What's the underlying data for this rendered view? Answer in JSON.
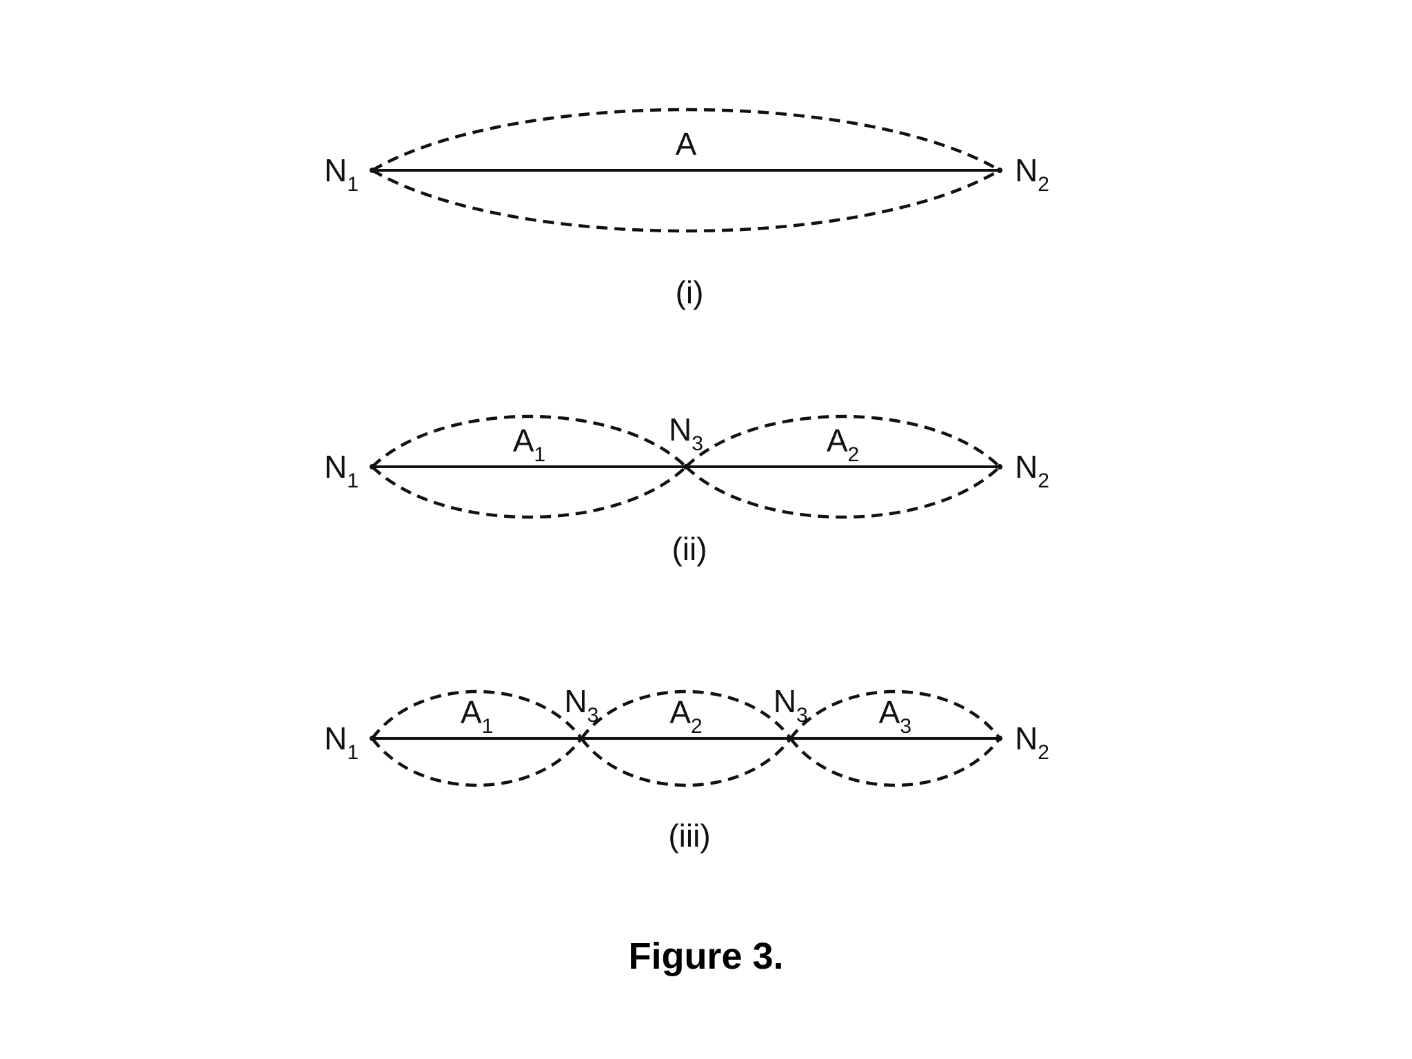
{
  "caption": "Figure 3.",
  "panels": [
    {
      "id": "i",
      "label": "(i)",
      "left_node": {
        "base": "N",
        "sub": "1"
      },
      "right_node": {
        "base": "N",
        "sub": "2"
      },
      "middle_nodes": [],
      "antinodes": [
        {
          "base": "A",
          "sub": ""
        }
      ]
    },
    {
      "id": "ii",
      "label": "(ii)",
      "left_node": {
        "base": "N",
        "sub": "1"
      },
      "right_node": {
        "base": "N",
        "sub": "2"
      },
      "middle_nodes": [
        {
          "base": "N",
          "sub": "3"
        }
      ],
      "antinodes": [
        {
          "base": "A",
          "sub": "1"
        },
        {
          "base": "A",
          "sub": "2"
        }
      ]
    },
    {
      "id": "iii",
      "label": "(iii)",
      "left_node": {
        "base": "N",
        "sub": "1"
      },
      "right_node": {
        "base": "N",
        "sub": "2"
      },
      "middle_nodes": [
        {
          "base": "N",
          "sub": "3"
        },
        {
          "base": "N",
          "sub": "3"
        }
      ],
      "antinodes": [
        {
          "base": "A",
          "sub": "1"
        },
        {
          "base": "A",
          "sub": "2"
        },
        {
          "base": "A",
          "sub": "3"
        }
      ]
    }
  ]
}
